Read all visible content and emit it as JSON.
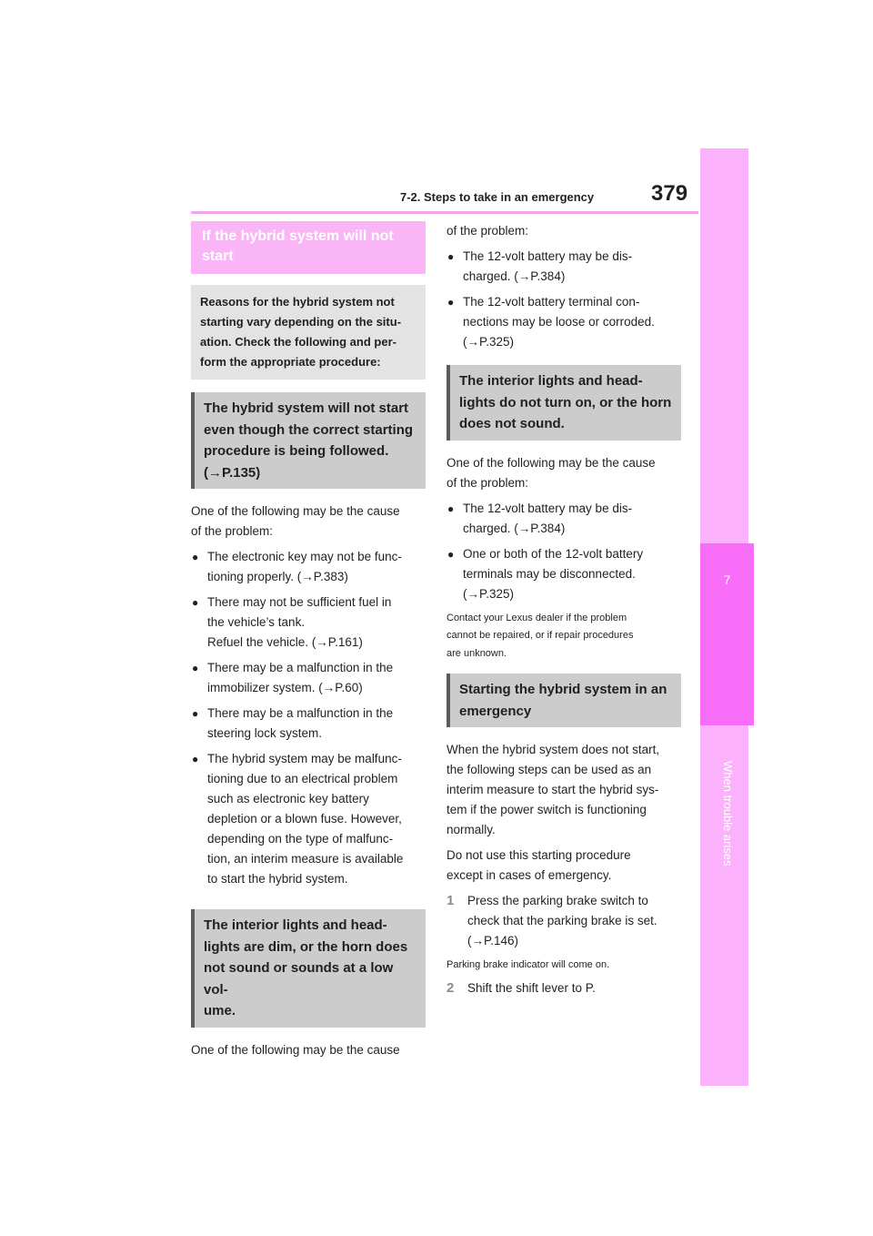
{
  "header": {
    "section": "7-2. Steps to take in an emergency",
    "page_number": "379"
  },
  "side_tab": {
    "chapter_number": "7",
    "chapter_title": "When trouble arises"
  },
  "left": {
    "title": "If the hybrid system will not\nstart",
    "intro": "Reasons for the hybrid system not\nstarting vary depending on the situ-\nation. Check the following and per-\nform the appropriate procedure:",
    "sub1": "The hybrid system will not start\neven though the correct starting\nprocedure is being followed.\n(→P.135)",
    "para1": "One of the following may be the cause\nof the problem:",
    "bullets1": [
      "The electronic key may not be func-\ntioning properly. (→P.383)",
      "There may not be sufficient fuel in\nthe vehicle’s tank.\nRefuel the vehicle. (→P.161)",
      "There may be a malfunction in the\nimmobilizer system. (→P.60)",
      "There may be a malfunction in the\nsteering lock system.",
      "The hybrid system may be malfunc-\ntioning due to an electrical problem\nsuch as electronic key battery\ndepletion or a blown fuse. However,\ndepending on the type of malfunc-\ntion, an interim measure is available\nto start the hybrid system."
    ],
    "sub2": "The interior lights and head-\nlights are dim, or the horn does\nnot sound or sounds at a low vol-\nume.",
    "para2": "One of the following may be the cause"
  },
  "right": {
    "para0": "of the problem:",
    "bullets0": [
      "The 12-volt battery may be dis-\ncharged. (→P.384)",
      "The 12-volt battery terminal con-\nnections may be loose or corroded.\n(→P.325)"
    ],
    "sub3": "The interior lights and head-\nlights do not turn on, or the horn\ndoes not sound.",
    "para3": "One of the following may be the cause\nof the problem:",
    "bullets3": [
      "The 12-volt battery may be dis-\ncharged. (→P.384)",
      "One or both of the 12-volt battery\nterminals may be disconnected.\n(→P.325)"
    ],
    "note3": "Contact your Lexus dealer if the problem\ncannot be repaired, or if repair procedures\nare unknown.",
    "sub4": "Starting the hybrid system in an\nemergency",
    "para4a": "When the hybrid system does not start,\nthe following steps can be used as an\ninterim measure to start the hybrid sys-\ntem if the power switch is functioning\nnormally.",
    "para4b": "Do not use this starting procedure\nexcept in cases of emergency.",
    "steps": [
      {
        "num": "1",
        "text": "Press the parking brake switch to\ncheck that the parking brake is set.\n(→P.146)"
      },
      {
        "num": "2",
        "text": "Shift the shift lever to P."
      }
    ],
    "step1_note": "Parking brake indicator will come on."
  }
}
